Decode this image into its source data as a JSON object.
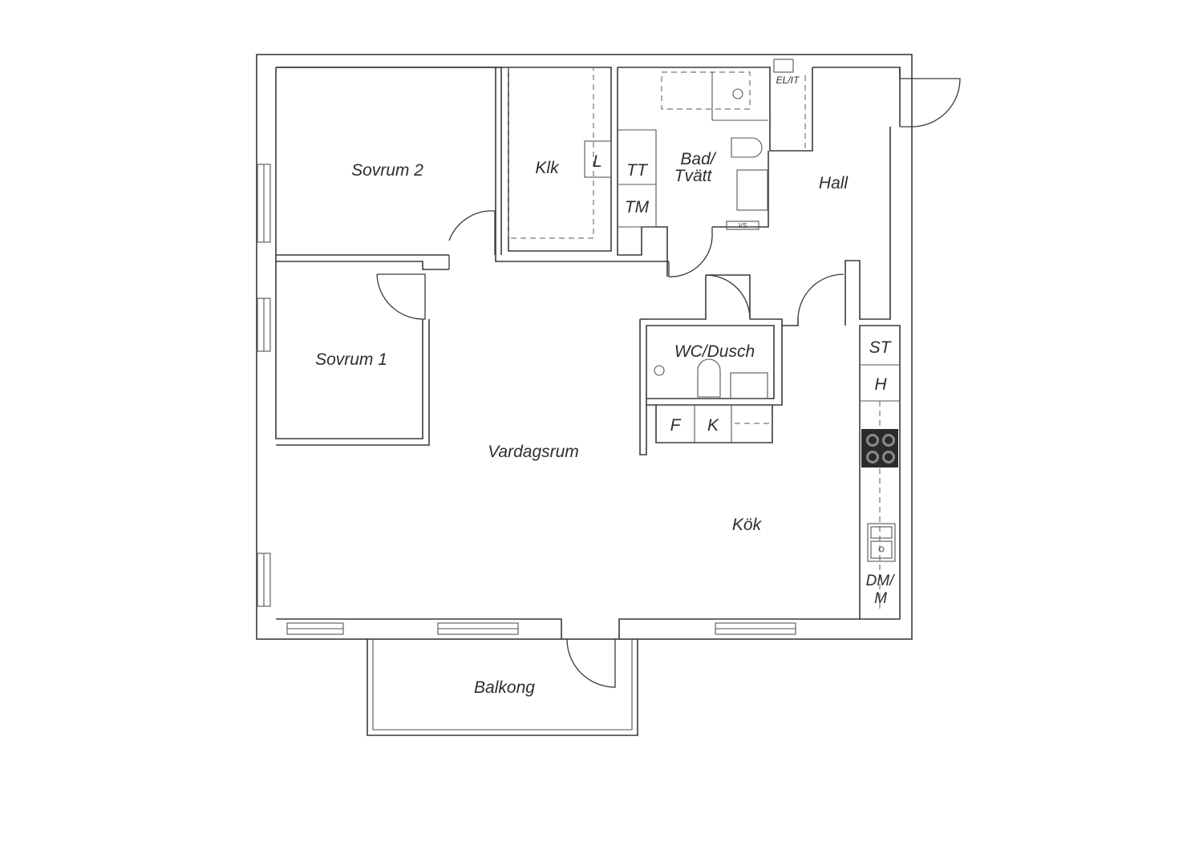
{
  "rooms": {
    "sovrum2": "Sovrum 2",
    "klk": "Klk",
    "bad_line1": "Bad/",
    "bad_line2": "Tvätt",
    "hall": "Hall",
    "sovrum1": "Sovrum 1",
    "wc": "WC/Dusch",
    "vardagsrum": "Vardagsrum",
    "kok": "Kök",
    "balkong": "Balkong"
  },
  "fixtures": {
    "linen": "L",
    "tt": "TT",
    "tm": "TM",
    "el_it": "EL/IT",
    "vs": "VS",
    "st": "ST",
    "h": "H",
    "f": "F",
    "k": "K",
    "dm_line1": "DM/",
    "dm_line2": "M"
  },
  "colors": {
    "wall": "#3a3a3a",
    "stove": "#2b2b2b"
  }
}
